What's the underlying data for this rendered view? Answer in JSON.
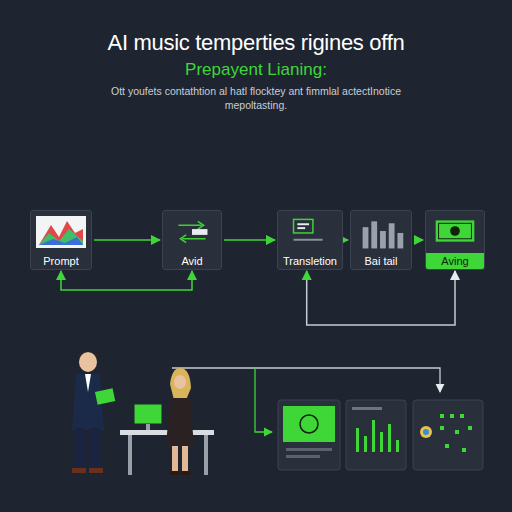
{
  "diagram": {
    "title": "AI music temperties rigines offn",
    "nodes": [
      {
        "text": [
          "Prompt"
        ]
      },
      {
        "text": [
          "Avid"
        ]
      },
      {
        "text": [
          "Transletion"
        ]
      },
      {
        "text": [
          "Bai tail"
        ]
      },
      {
        "text": [
          "Aving"
        ]
      }
    ],
    "edges": [
      {
        "from": 0,
        "to": 1,
        "arrow": "to"
      },
      {
        "from": 1,
        "to": 2,
        "arrow": "to"
      },
      {
        "from": 2,
        "to": 3,
        "arrow": "to"
      },
      {
        "from": 3,
        "to": 4,
        "arrow": "to"
      },
      {
        "from": 0,
        "to": 1,
        "arrow": "both"
      },
      {
        "from": 2,
        "to": 4,
        "arrow": "both"
      }
    ],
    "labels": [
      "Prepayent Lianing:",
      "Ott youfets contathtion al hatl flocktey ant fimmlal actectInotice mepoltasting."
    ]
  }
}
